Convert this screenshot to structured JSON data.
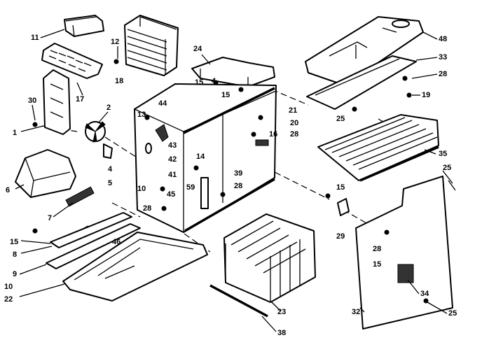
{
  "diagram": {
    "labels": [
      {
        "id": "p11a",
        "text": "11"
      },
      {
        "id": "p12",
        "text": "12"
      },
      {
        "id": "p18",
        "text": "18"
      },
      {
        "id": "p24",
        "text": "24"
      },
      {
        "id": "p48",
        "text": "48"
      },
      {
        "id": "p33",
        "text": "33"
      },
      {
        "id": "p28a",
        "text": "28"
      },
      {
        "id": "p19",
        "text": "19"
      },
      {
        "id": "p17",
        "text": "17"
      },
      {
        "id": "p15a",
        "text": "15"
      },
      {
        "id": "p4a",
        "text": "4"
      },
      {
        "id": "p15b",
        "text": "15"
      },
      {
        "id": "p30",
        "text": "30"
      },
      {
        "id": "p2",
        "text": "2"
      },
      {
        "id": "p44",
        "text": "44"
      },
      {
        "id": "p21",
        "text": "21"
      },
      {
        "id": "p25a",
        "text": "25"
      },
      {
        "id": "p13",
        "text": "13"
      },
      {
        "id": "p16",
        "text": "16"
      },
      {
        "id": "p20",
        "text": "20"
      },
      {
        "id": "p28b",
        "text": "28"
      },
      {
        "id": "p1",
        "text": "1"
      },
      {
        "id": "p43",
        "text": "43"
      },
      {
        "id": "p42",
        "text": "42"
      },
      {
        "id": "p35",
        "text": "35"
      },
      {
        "id": "p14",
        "text": "14"
      },
      {
        "id": "p4b",
        "text": "4"
      },
      {
        "id": "p41",
        "text": "41"
      },
      {
        "id": "p25b",
        "text": "25"
      },
      {
        "id": "p5",
        "text": "5"
      },
      {
        "id": "p39",
        "text": "39"
      },
      {
        "id": "p6",
        "text": "6"
      },
      {
        "id": "p10a",
        "text": "10"
      },
      {
        "id": "p59",
        "text": "59"
      },
      {
        "id": "p28c",
        "text": "28"
      },
      {
        "id": "p15c",
        "text": "15"
      },
      {
        "id": "p45",
        "text": "45"
      },
      {
        "id": "p28d",
        "text": "28"
      },
      {
        "id": "p7",
        "text": "7"
      },
      {
        "id": "p29",
        "text": "29"
      },
      {
        "id": "p15d",
        "text": "15"
      },
      {
        "id": "p28e",
        "text": "28"
      },
      {
        "id": "p8",
        "text": "8"
      },
      {
        "id": "p46",
        "text": "46"
      },
      {
        "id": "p15e",
        "text": "15"
      },
      {
        "id": "p9",
        "text": "9"
      },
      {
        "id": "p10b",
        "text": "10"
      },
      {
        "id": "p34",
        "text": "34"
      },
      {
        "id": "p22",
        "text": "22"
      },
      {
        "id": "p23",
        "text": "23"
      },
      {
        "id": "p32",
        "text": "32"
      },
      {
        "id": "p25c",
        "text": "25"
      },
      {
        "id": "p38",
        "text": "38"
      }
    ]
  }
}
